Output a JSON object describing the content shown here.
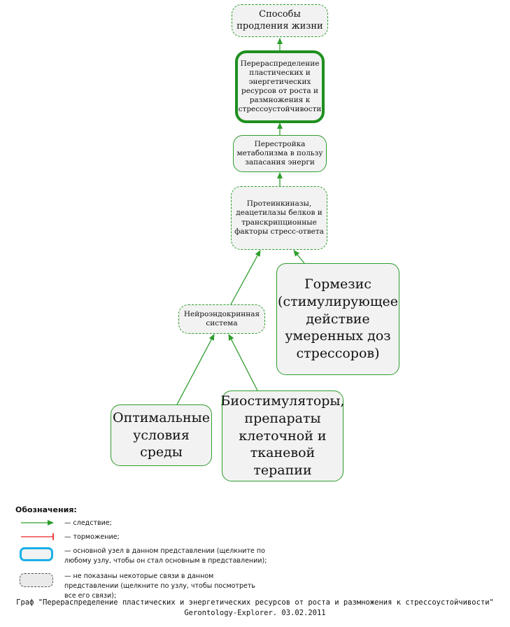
{
  "nodes": {
    "sposoby": "Способы продления жизни",
    "pereraspredelenie": "Перераспределение пластических и энергетических ресурсов от роста и размножения к стрессоустойчивости",
    "perestroika": "Перестройка метаболизма в пользу запасания энерги",
    "proteinkinazy": "Протеинкиназы, деацетилазы белков и транскрипционные факторы стресс-ответа",
    "gormezis": "Гормезис (стимулирующее действие умеренных доз стрессоров)",
    "neiroendokrinnaya": "Нейроэндокринная система",
    "optimalnye": "Оптимальные условия среды",
    "biostimulyatory": "Биостимуляторы, препараты клеточной и тканевой терапии"
  },
  "legend": {
    "title": "Обозначения:",
    "consequence": "— следствие;",
    "inhibition": "— торможение;",
    "main_node": "— основной узел в данном представлении (щелкните по любому узлу, чтобы он стал основным в представлении);",
    "hidden_links": "— не показаны некоторые связи в данном представлении (щелкните по узлу, чтобы посмотреть все его связи);"
  },
  "caption": {
    "line1": "Граф \"Перераспределение пластических и энергетических ресурсов от роста и размножения к стрессоустойчивости\"",
    "line2": "Gerontology-Explorer. 03.02.2011"
  },
  "colors": {
    "consequence_arrow": "#2e9d2e",
    "inhibition_arrow": "#e82020",
    "main_node_border": "#1ab0e8",
    "node_border": "#2e9d2e",
    "node_fill": "#f2f2f2"
  },
  "edges": [
    {
      "from": "pereraspredelenie",
      "to": "sposoby",
      "type": "consequence"
    },
    {
      "from": "perestroika",
      "to": "pereraspredelenie",
      "type": "consequence"
    },
    {
      "from": "proteinkinazy",
      "to": "perestroika",
      "type": "consequence"
    },
    {
      "from": "neiroendokrinnaya",
      "to": "proteinkinazy",
      "type": "consequence"
    },
    {
      "from": "gormezis",
      "to": "proteinkinazy",
      "type": "consequence"
    },
    {
      "from": "optimalnye",
      "to": "neiroendokrinnaya",
      "type": "consequence"
    },
    {
      "from": "biostimulyatory",
      "to": "neiroendokrinnaya",
      "type": "consequence"
    }
  ]
}
